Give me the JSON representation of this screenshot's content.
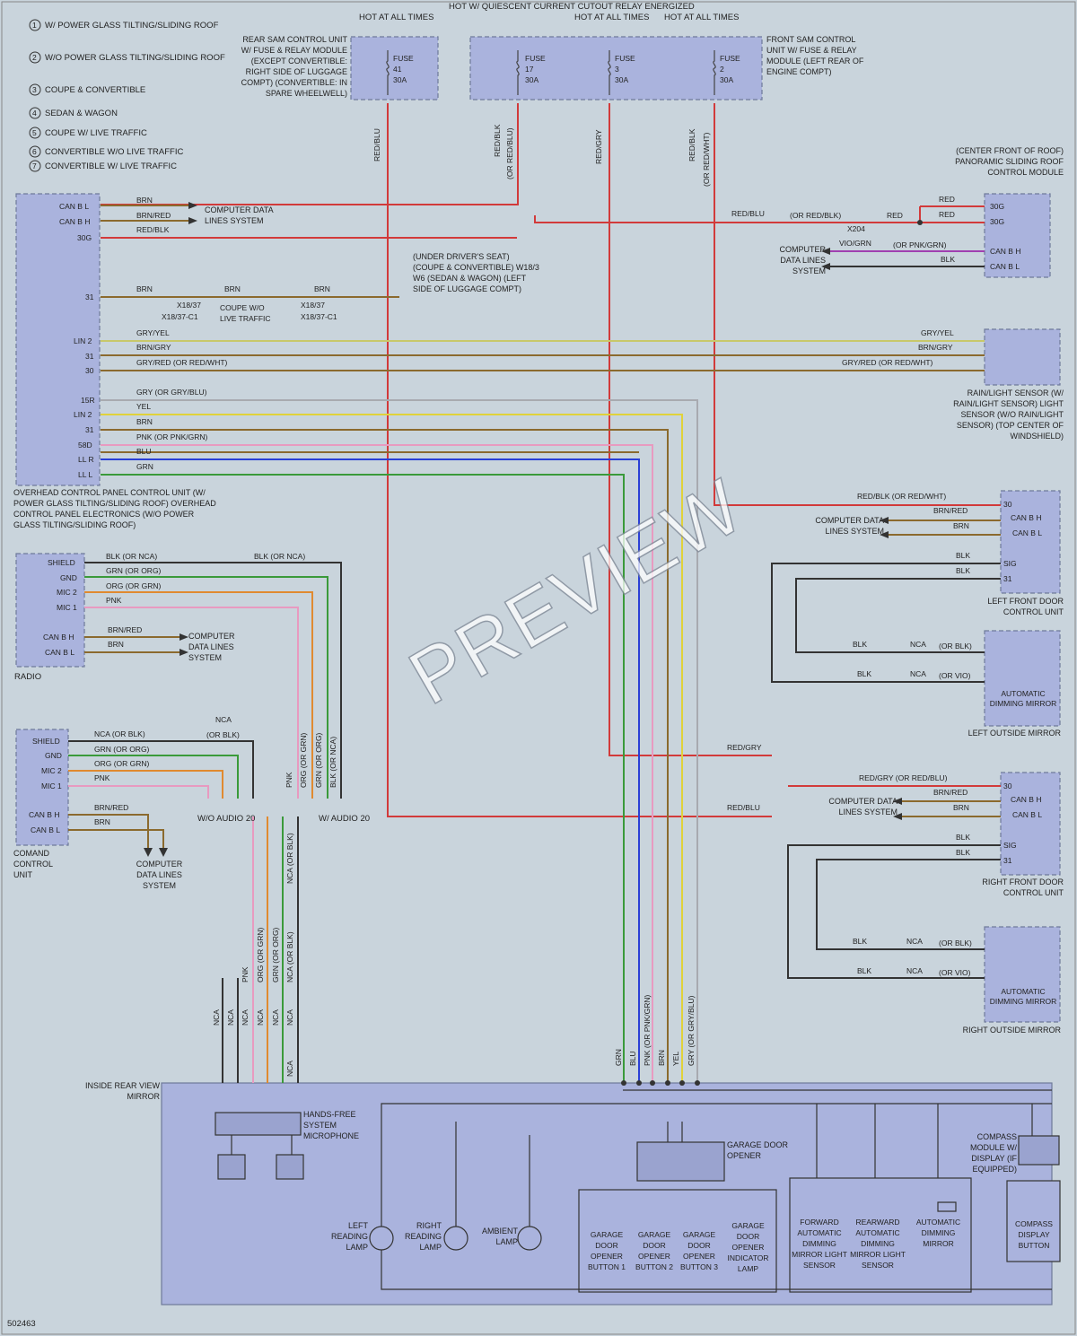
{
  "legend": [
    {
      "num": "1",
      "text": "W/ POWER GLASS TILTING/SLIDING ROOF"
    },
    {
      "num": "2",
      "text": "W/O POWER GLASS TILTING/SLIDING ROOF"
    },
    {
      "num": "3",
      "text": "COUPE & CONVERTIBLE"
    },
    {
      "num": "4",
      "text": "SEDAN & WAGON"
    },
    {
      "num": "5",
      "text": "COUPE W/ LIVE TRAFFIC"
    },
    {
      "num": "6",
      "text": "CONVERTIBLE W/O LIVE TRAFFIC"
    },
    {
      "num": "7",
      "text": "CONVERTIBLE W/ LIVE TRAFFIC"
    }
  ],
  "hot": {
    "hot1": "HOT AT ALL TIMES",
    "hot2": "HOT W/ QUIESCENT CURRENT CUTOUT RELAY ENERGIZED",
    "hot3": "HOT AT ALL TIMES",
    "hot4": "HOT AT ALL TIMES"
  },
  "fuses": [
    {
      "label": "FUSE",
      "num": "41",
      "amp": "30A"
    },
    {
      "label": "FUSE",
      "num": "17",
      "amp": "30A"
    },
    {
      "label": "FUSE",
      "num": "3",
      "amp": "30A"
    },
    {
      "label": "FUSE",
      "num": "2",
      "amp": "30A"
    }
  ],
  "modules": {
    "rear_sam": "REAR SAM CONTROL UNIT W/ FUSE & RELAY MODULE (EXCEPT CONVERTIBLE: RIGHT SIDE OF LUGGAGE COMPT) (CONVERTIBLE: IN SPARE WHEELWELL)",
    "front_sam": "FRONT SAM CONTROL UNIT W/ FUSE & RELAY MODULE (LEFT REAR OF ENGINE COMPT)",
    "roof": "(CENTER FRONT OF ROOF) PANORAMIC SLIDING ROOF CONTROL MODULE",
    "overhead": "OVERHEAD CONTROL PANEL CONTROL UNIT (W/ POWER GLASS TILTING/SLIDING ROOF) OVERHEAD CONTROL PANEL ELECTRONICS (W/O POWER GLASS TILTING/SLIDING ROOF)",
    "rain": "RAIN/LIGHT SENSOR (W/ RAIN/LIGHT SENSOR) LIGHT SENSOR (W/O RAIN/LIGHT SENSOR) (TOP CENTER OF WINDSHIELD)",
    "radio": "RADIO",
    "comand": "COMAND CONTROL UNIT",
    "lfd": "LEFT FRONT DOOR CONTROL UNIT",
    "rfd": "RIGHT FRONT DOOR CONTROL UNIT",
    "lmirror": "AUTOMATIC DIMMING MIRROR",
    "lmirror2": "LEFT OUTSIDE MIRROR",
    "rmirror": "AUTOMATIC DIMMING MIRROR",
    "rmirror2": "RIGHT OUTSIDE MIRROR",
    "inside": "INSIDE REAR VIEW MIRROR",
    "ground": "(UNDER DRIVER'S SEAT) (COUPE & CONVERTIBLE) W18/3 W6 (SEDAN & WAGON) (LEFT SIDE OF LUGGAGE COMPT)",
    "cdls": "COMPUTER DATA LINES SYSTEM"
  },
  "mirror_parts": {
    "mic": "HANDS-FREE SYSTEM MICROPHONE",
    "gdo": "GARAGE DOOR OPENER",
    "compass": "COMPASS MODULE W/ DISPLAY (IF EQUIPPED)",
    "lamp_l": "LEFT READING LAMP",
    "lamp_r": "RIGHT READING LAMP",
    "lamp_a": "AMBIENT LAMP",
    "btn1": "GARAGE DOOR OPENER BUTTON 1",
    "btn2": "GARAGE DOOR OPENER BUTTON 2",
    "btn3": "GARAGE DOOR OPENER BUTTON 3",
    "ind": "GARAGE DOOR OPENER INDICATOR LAMP",
    "fwd": "FORWARD AUTOMATIC DIMMING MIRROR LIGHT SENSOR",
    "rwd": "REARWARD AUTOMATIC DIMMING MIRROR LIGHT SENSOR",
    "adm": "AUTOMATIC DIMMING MIRROR",
    "cdb": "COMPASS DISPLAY BUTTON"
  },
  "audio": {
    "wo": "W/O AUDIO 20",
    "w": "W/ AUDIO 20"
  },
  "watermark": "PREVIEW",
  "fig_id": "502463",
  "colors": {
    "red": "#d23a3a",
    "brn": "#8b6a2e",
    "yel": "#e0d23a",
    "blu": "#2a3fd6",
    "grn": "#3a9a3a",
    "pnk": "#e89ac0",
    "org": "#e08a30",
    "vio": "#a040b0",
    "gry": "#a8aab0",
    "blk": "#333333"
  }
}
